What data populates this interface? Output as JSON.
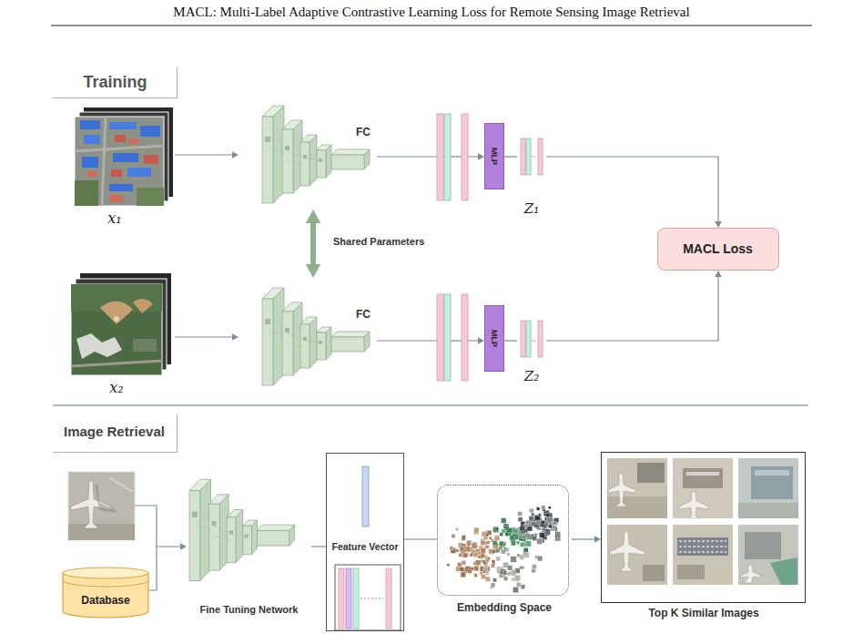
{
  "diagram": {
    "title": "MACL: Multi-Label Adaptive Contrastive Learning Loss for Remote Sensing Image Retrieval",
    "nodes": [
      {
        "text": [
          "Training"
        ]
      },
      {
        "text": [
          "x₁"
        ]
      },
      {
        "text": [
          "FC"
        ]
      },
      {
        "text": [
          "MLP"
        ]
      },
      {
        "text": [
          "Z₁"
        ]
      },
      {
        "text": [
          "x₂"
        ]
      },
      {
        "text": [
          "FC"
        ]
      },
      {
        "text": [
          "MLP"
        ]
      },
      {
        "text": [
          "Z₂"
        ]
      },
      {
        "text": [
          "MACL Loss"
        ]
      },
      {
        "text": [
          "Image Retrieval"
        ]
      },
      {
        "text": [
          "Database"
        ]
      },
      {
        "text": [
          "Fine Tuning Network"
        ]
      },
      {
        "text": [
          "Feature Vector"
        ]
      },
      {
        "text": [
          "Embedding Space"
        ]
      },
      {
        "text": [
          "Top K Similar Images"
        ]
      }
    ],
    "edges": [
      {
        "from": 1,
        "to": 2,
        "arrow": "to"
      },
      {
        "from": 2,
        "to": 3,
        "arrow": "to"
      },
      {
        "from": 3,
        "to": 4,
        "arrow": "none"
      },
      {
        "from": 4,
        "to": 9,
        "arrow": "to"
      },
      {
        "from": 5,
        "to": 6,
        "arrow": "to"
      },
      {
        "from": 6,
        "to": 7,
        "arrow": "to"
      },
      {
        "from": 7,
        "to": 8,
        "arrow": "none"
      },
      {
        "from": 8,
        "to": 9,
        "arrow": "to"
      },
      {
        "from": 2,
        "to": 6,
        "label": "Shared Parameters",
        "arrow": "both"
      },
      {
        "from": 11,
        "to": 12,
        "arrow": "to"
      },
      {
        "from": 12,
        "to": 13,
        "arrow": "none"
      },
      {
        "from": 13,
        "to": 14,
        "arrow": "none"
      },
      {
        "from": 14,
        "to": 15,
        "arrow": "to"
      }
    ]
  }
}
